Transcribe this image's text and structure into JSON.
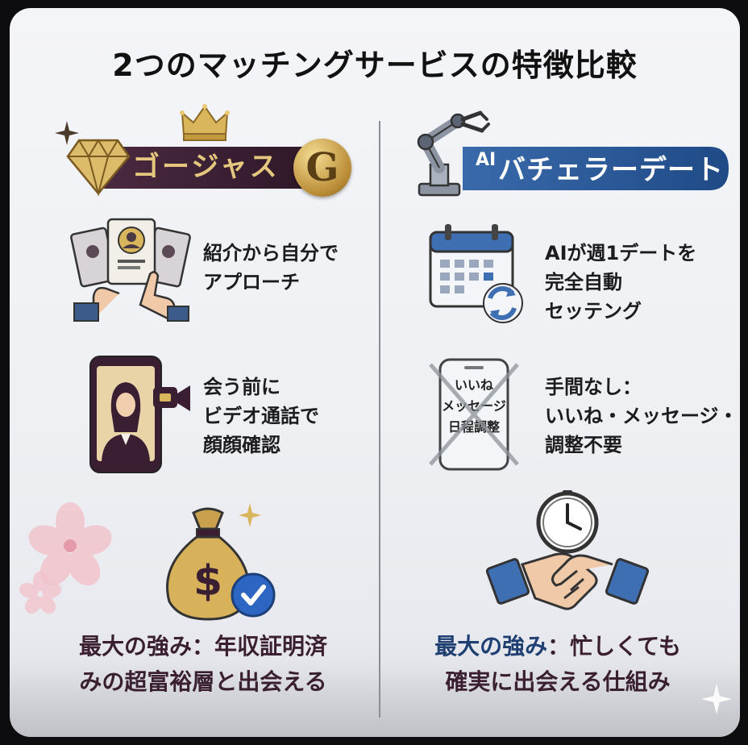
{
  "title": "2つのマッチングサービスの特徴比較",
  "left": {
    "brand": "ゴージャス",
    "logo_letter": "G",
    "features": [
      {
        "icon": "profile-cards-hand-icon",
        "text": "紹介から自分で\nアプローチ"
      },
      {
        "icon": "video-call-phone-icon",
        "text": "会う前に\nビデオ通話で\n顔顔確認"
      }
    ],
    "strength_icon": "money-bag-verified-icon",
    "strength_line1": "最大の強み：年収証明済",
    "strength_line2": "みの超富裕層と出会える"
  },
  "right": {
    "brand_prefix": "AI",
    "brand": "バチェラーデート",
    "features": [
      {
        "icon": "calendar-sync-icon",
        "text": "AIが週1デートを\n完全自動\nセッテング"
      },
      {
        "icon": "crossed-phone-icon",
        "text": "手間なし：\nいいね・メッセージ・\n調整不要"
      }
    ],
    "phone_lines": [
      "いいね",
      "メッセージ",
      "日程調整"
    ],
    "strength_icon": "clock-handshake-icon",
    "strength_accent": "最大の強み",
    "strength_rest": "：忙しくても",
    "strength_line2": "確実に出会える仕組み"
  },
  "colors": {
    "left_banner": "#3b1f33",
    "gold": "#d8b561",
    "right_banner": "#2d5a96",
    "accent_navy": "#1f3f72"
  }
}
